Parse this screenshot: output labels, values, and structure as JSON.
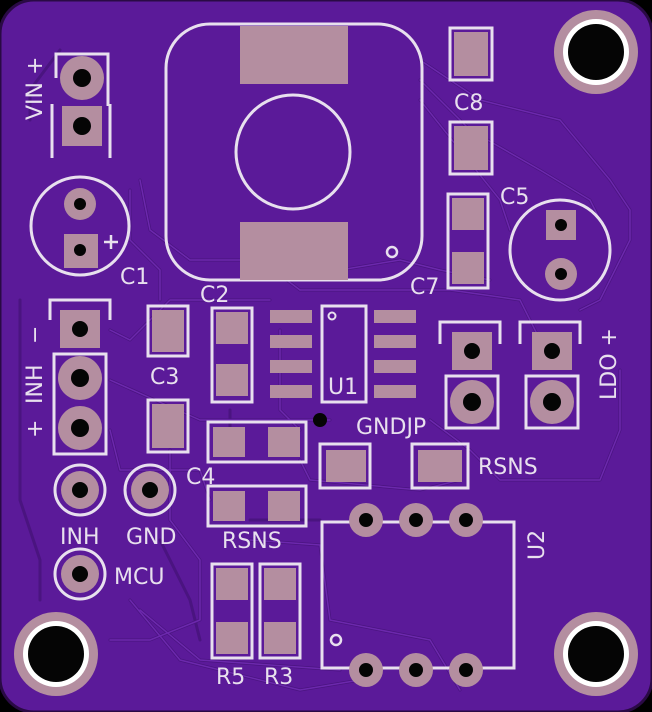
{
  "colors": {
    "board": "#5b1a99",
    "board_edge": "#2a0a45",
    "copper_trace": "#6c28ad",
    "trace_outline": "#4a1480",
    "pad": "#b48ea0",
    "pad_dark": "#6e4a60",
    "silkscreen": "#e8e0ee",
    "hole": "#050505"
  },
  "labels": {
    "vin": "VIN +",
    "c1": "C1",
    "c2": "C2",
    "c3": "C3",
    "c4": "C4",
    "c5": "C5",
    "c7": "C7",
    "c8": "C8",
    "inh_minus": "−",
    "inh": "INH",
    "inh_plus": "+",
    "u1": "U1",
    "gndjp": "GNDJP",
    "rsns_right": "RSNS",
    "rsns_left": "RSNS",
    "ldo": "LDO +",
    "u2": "U2",
    "inh_pad": "INH",
    "gnd_pad": "GND",
    "mcu": "MCU",
    "r5": "R5",
    "r3": "R3"
  }
}
